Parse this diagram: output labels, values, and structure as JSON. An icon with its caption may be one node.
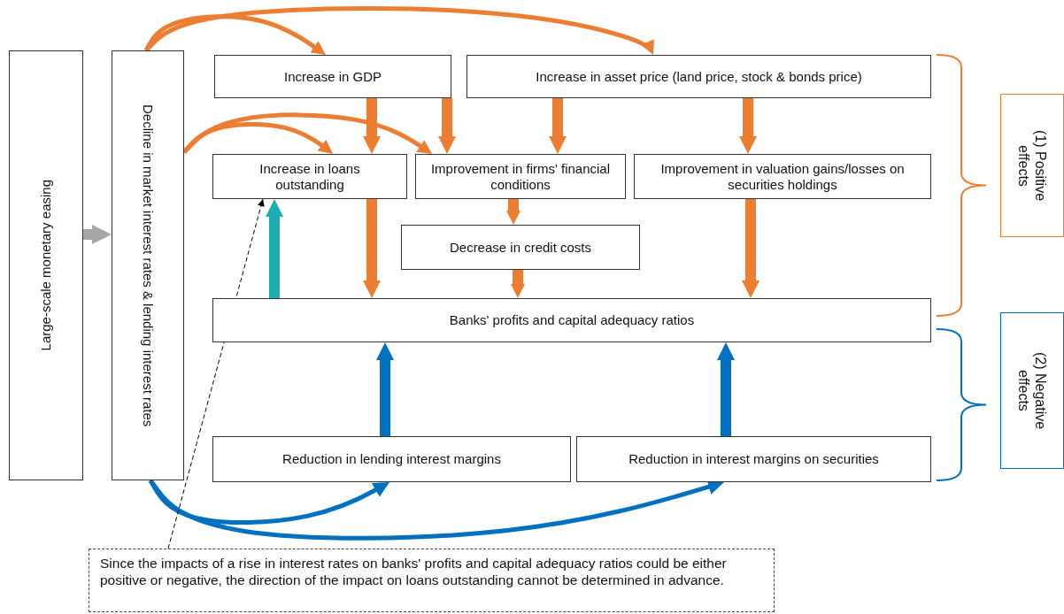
{
  "diagram": {
    "nodes": [
      {
        "text": [
          "Large-scale monetary easing"
        ]
      },
      {
        "text": [
          "Decline in market interest rates & lending interest rates"
        ]
      },
      {
        "text": [
          "Increase in GDP"
        ]
      },
      {
        "text": [
          "Increase in asset price (land price, stock & bonds price)"
        ]
      },
      {
        "text": [
          "Increase in loans outstanding"
        ]
      },
      {
        "text": [
          "Improvement in firms' financial conditions"
        ]
      },
      {
        "text": [
          "Improvement in valuation gains/losses on securities holdings"
        ]
      },
      {
        "text": [
          "Decrease in credit costs"
        ]
      },
      {
        "text": [
          "Banks' profits and capital adequacy ratios"
        ]
      },
      {
        "text": [
          "Reduction in lending interest margins"
        ]
      },
      {
        "text": [
          "Reduction in interest margins on securities"
        ]
      },
      {
        "text": [
          "(1) Positive effects"
        ]
      },
      {
        "text": [
          "(2) Negative effects"
        ]
      },
      {
        "text": [
          "Since the impacts of a rise in interest rates on banks' profits and capital adequacy ratios could be either positive or negative, the direction of the impact on loans outstanding cannot be determined in advance."
        ]
      }
    ],
    "edges": [
      {
        "from": 0,
        "to": 1,
        "arrow": "to",
        "color": "#a6a6a6"
      },
      {
        "from": 1,
        "to": 2,
        "arrow": "to"
      },
      {
        "from": 1,
        "to": 3,
        "arrow": "to"
      },
      {
        "from": 1,
        "to": 4,
        "arrow": "to"
      },
      {
        "from": 1,
        "to": 5,
        "arrow": "to"
      },
      {
        "from": 2,
        "to": 4,
        "arrow": "to"
      },
      {
        "from": 2,
        "to": 5,
        "arrow": "to"
      },
      {
        "from": 3,
        "to": 5,
        "arrow": "to"
      },
      {
        "from": 3,
        "to": 6,
        "arrow": "to"
      },
      {
        "from": 5,
        "to": 7,
        "arrow": "to"
      },
      {
        "from": 4,
        "to": 8,
        "arrow": "to"
      },
      {
        "from": 7,
        "to": 8,
        "arrow": "to"
      },
      {
        "from": 6,
        "to": 8,
        "arrow": "to"
      },
      {
        "from": 8,
        "to": 4,
        "arrow": "to",
        "color": "#1ab0b0"
      },
      {
        "from": 9,
        "to": 8,
        "arrow": "to",
        "color": "#0070c0"
      },
      {
        "from": 10,
        "to": 8,
        "arrow": "to",
        "color": "#0070c0"
      },
      {
        "from": 1,
        "to": 9,
        "arrow": "to",
        "color": "#0070c0"
      },
      {
        "from": 1,
        "to": 10,
        "arrow": "to",
        "color": "#0070c0"
      },
      {
        "from": 13,
        "to": 4,
        "arrow": "to",
        "style": "dashed",
        "color": "#000000"
      }
    ]
  }
}
